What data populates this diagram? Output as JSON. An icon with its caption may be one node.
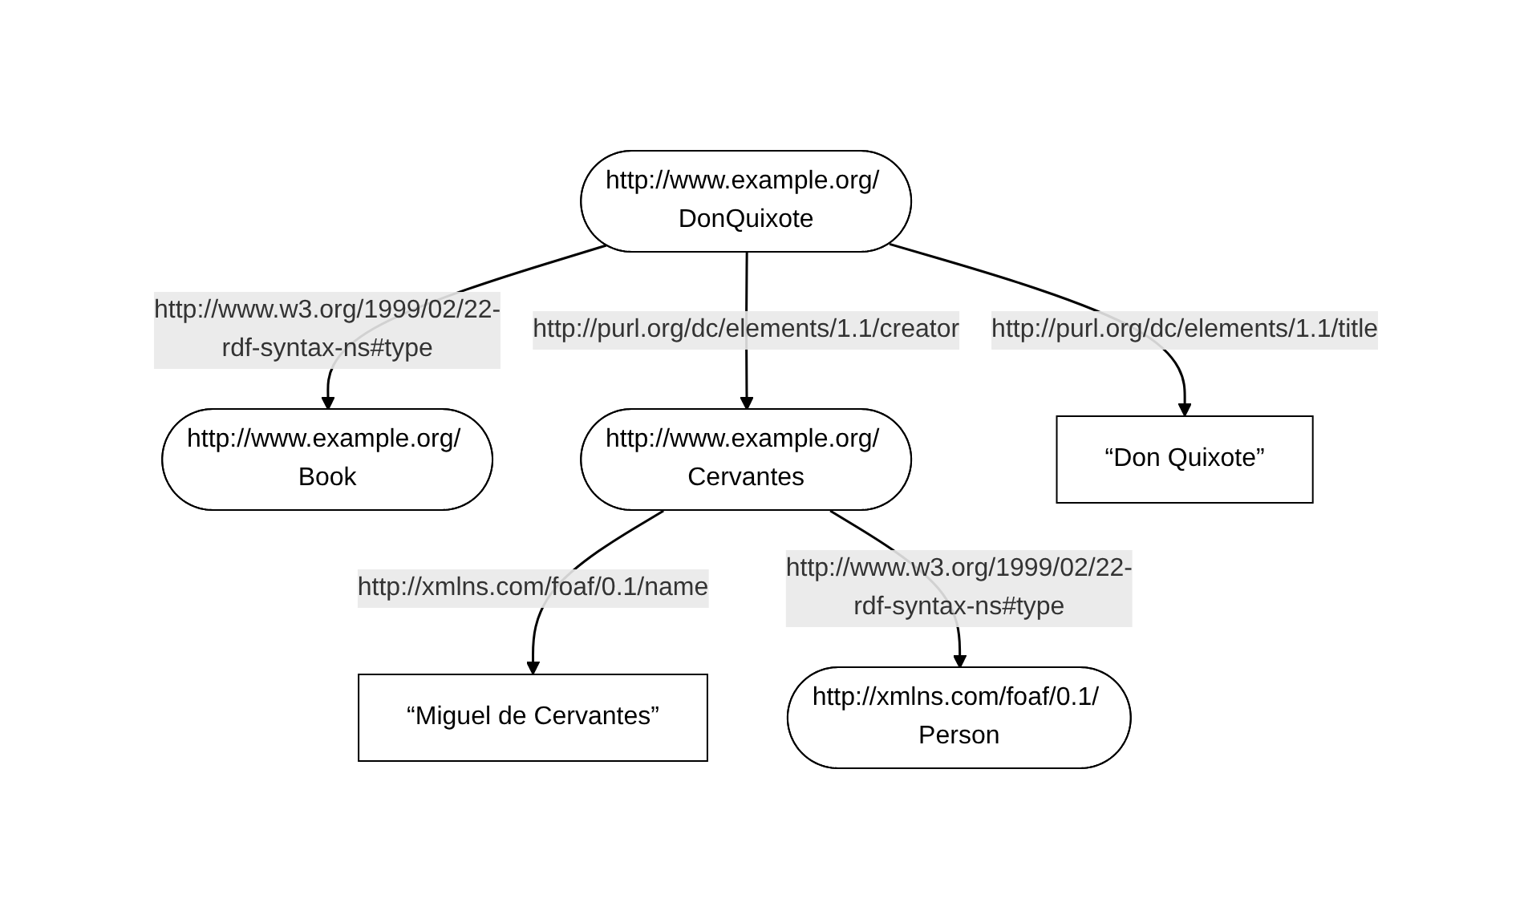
{
  "diagram": {
    "nodes": [
      {
        "text": [
          "http://www.example.org/ Book"
        ]
      },
      {
        "text": [
          "http://www.example.org/ DonQuixote"
        ]
      },
      {
        "text": [
          "http://www.example.org/ Cervantes"
        ]
      },
      {
        "text": [
          "“Don Quixote”"
        ]
      },
      {
        "text": [
          "“Miguel de Cervantes”"
        ]
      },
      {
        "text": [
          "http://xmlns.com/foaf/0.1/ Person"
        ]
      }
    ],
    "edges": [
      {
        "from": 1,
        "to": 0,
        "arrow": "to",
        "label": "http://www.w3.org/1999/02/22-rdf-syntax-ns#type"
      },
      {
        "from": 1,
        "to": 2,
        "arrow": "to",
        "label": "http://purl.org/dc/elements/1.1/creator"
      },
      {
        "from": 1,
        "to": 3,
        "arrow": "to",
        "label": "http://purl.org/dc/elements/1.1/title"
      },
      {
        "from": 2,
        "to": 4,
        "arrow": "to",
        "label": "http://xmlns.com/foaf/0.1/name"
      },
      {
        "from": 2,
        "to": 5,
        "arrow": "to",
        "label": "http://www.w3.org/1999/02/22-rdf-syntax-ns#type"
      }
    ]
  }
}
